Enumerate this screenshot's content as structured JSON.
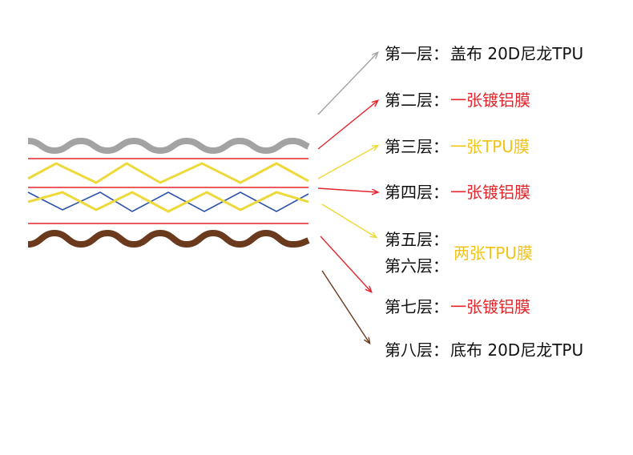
{
  "colors": {
    "gray": "#a3a3a3",
    "red": "#e3262c",
    "yellow": "#f0c419",
    "yellow_light": "#eed93a",
    "blue": "#2a52a8",
    "brown": "#6b3a1d",
    "text": "#111111"
  },
  "layers": [
    {
      "name": "第一层：",
      "value": "盖布 20D尼龙TPU",
      "color": "#111111"
    },
    {
      "name": "第二层：",
      "value": "一张镀铝膜",
      "color": "#e3262c"
    },
    {
      "name": "第三层：",
      "value": "一张TPU膜",
      "color": "#f0c419"
    },
    {
      "name": "第四层：",
      "value": "一张镀铝膜",
      "color": "#e3262c"
    },
    {
      "name": "第五层：",
      "name2": "第六层：",
      "value": "两张TPU膜",
      "color": "#f0c419"
    },
    {
      "name": "第七层：",
      "value": "一张镀铝膜",
      "color": "#e3262c"
    },
    {
      "name": "第八层：",
      "value": "底布 20D尼龙TPU",
      "color": "#111111"
    }
  ]
}
